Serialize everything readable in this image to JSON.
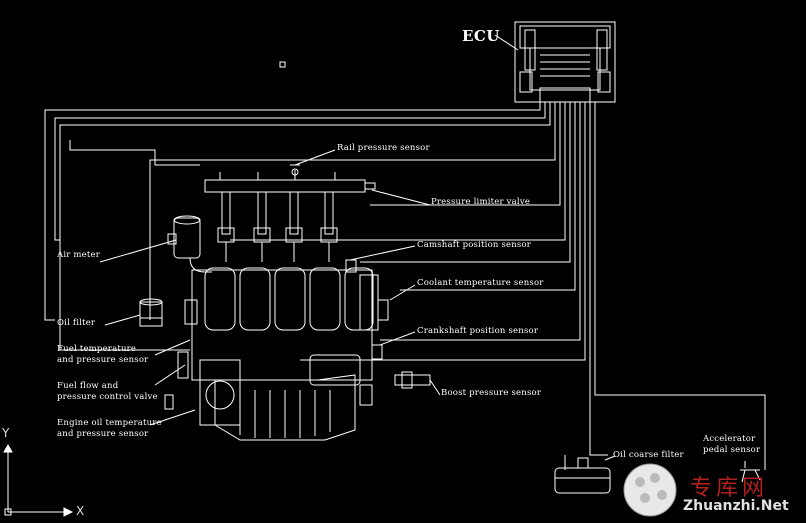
{
  "ecu": {
    "label": "ECU"
  },
  "labels": {
    "rail_pressure_sensor": "Rail pressure sensor",
    "pressure_limiter_valve": "Pressure limiter valve",
    "camshaft_position_sensor": "Camshaft position sensor",
    "air_meter": "Air meter",
    "coolant_temperature_sensor": "Coolant temperature sensor",
    "oil_filter": "Oil filter",
    "crankshaft_position_sensor": "Crankshaft position sensor",
    "fuel_temp_line1": "Fuel temperature",
    "fuel_temp_line2": "and pressure sensor",
    "fuel_flow_line1": "Fuel flow and",
    "fuel_flow_line2": "pressure control valve",
    "boost_pressure_sensor": "Boost pressure sensor",
    "engine_oil_line1": "Engine oil temperature",
    "engine_oil_line2": "and pressure sensor",
    "oil_coarse_filter": "Oil coarse filter",
    "accel_line1": "Accelerator",
    "accel_line2": "pedal sensor"
  },
  "axes": {
    "x": "X",
    "y": "Y"
  },
  "watermark": {
    "chinese": "专库网",
    "domain": "Zhuanzhi.Net"
  },
  "colors": {
    "background": "#000000",
    "line": "#ffffff",
    "watermark": "#b02020"
  }
}
